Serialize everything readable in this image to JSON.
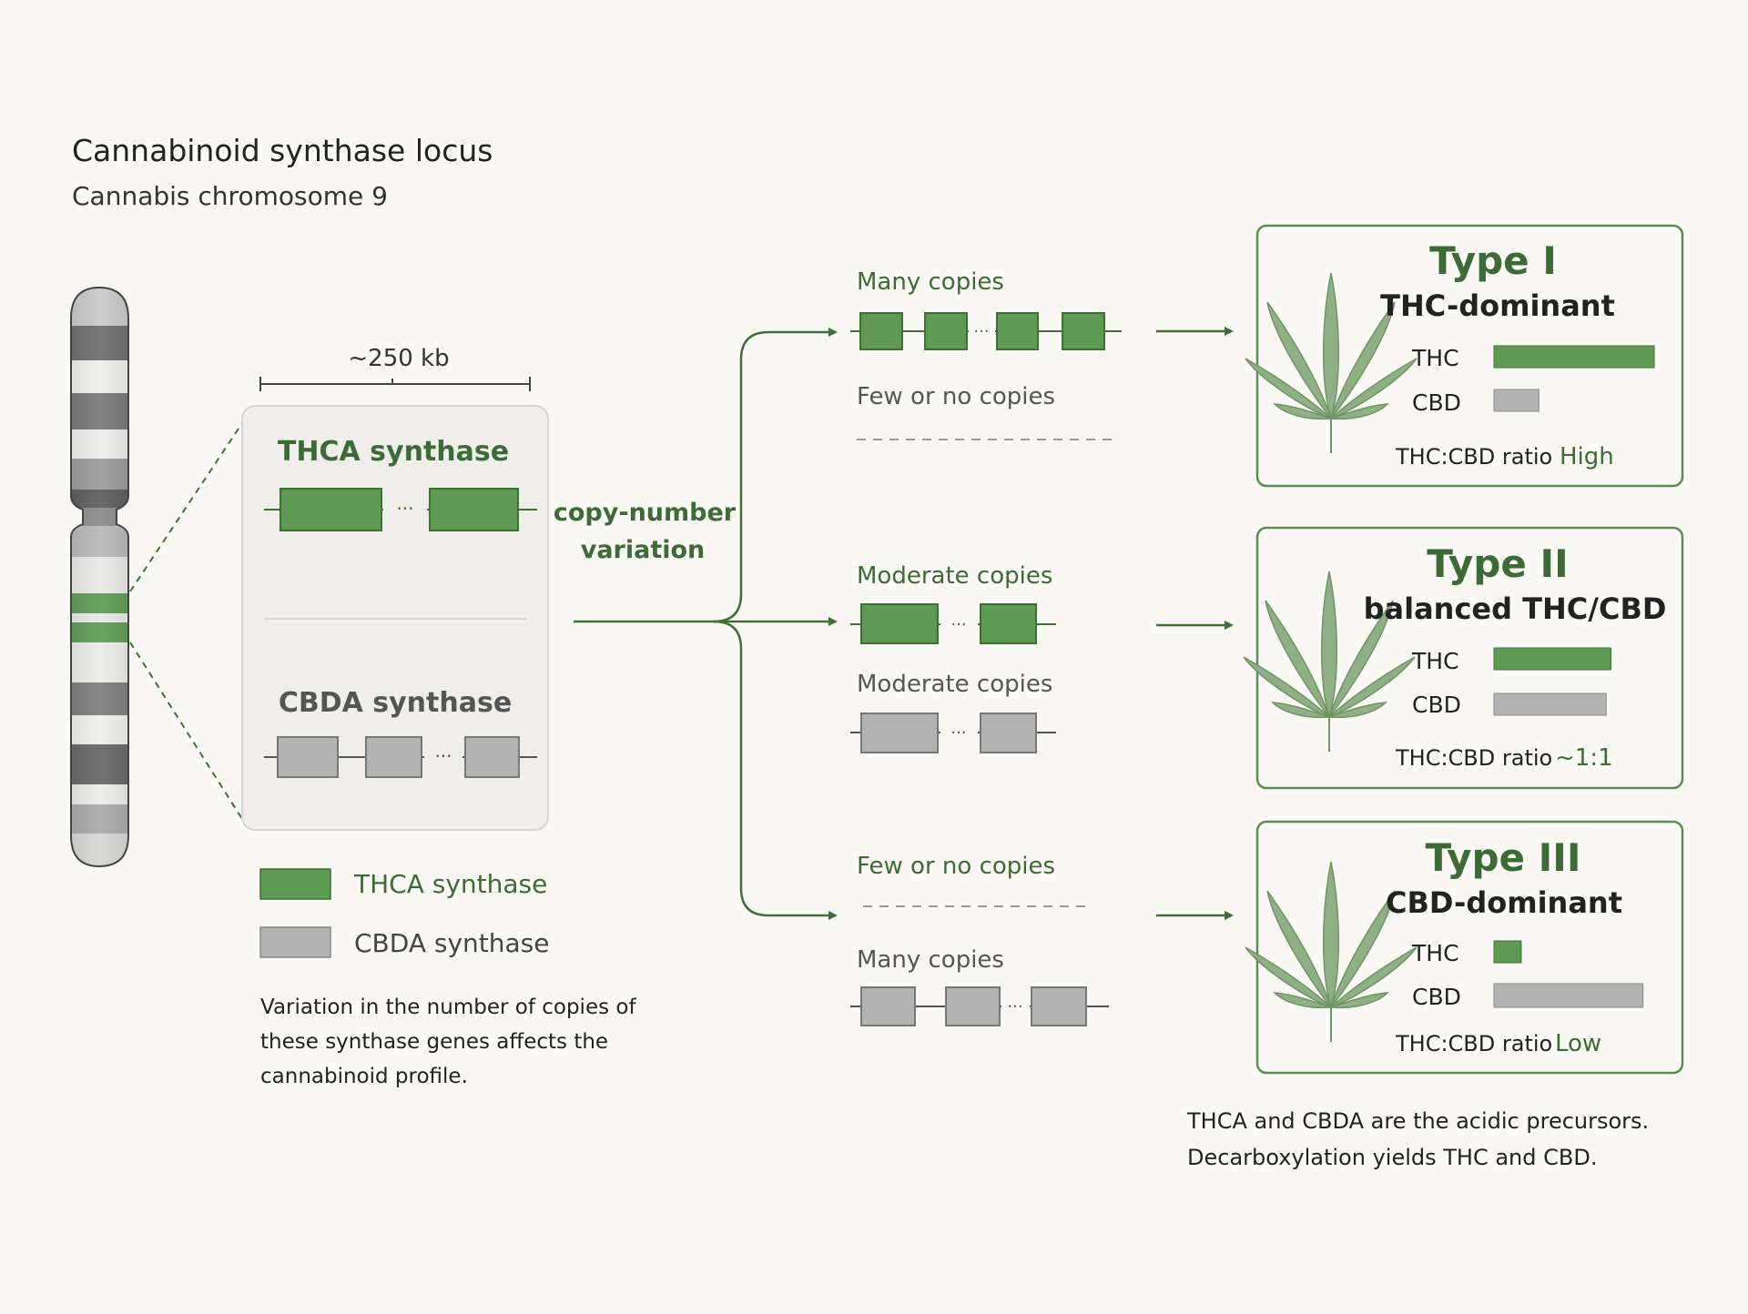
{
  "header": {
    "title": "Cannabinoid synthase locus",
    "subtitle": "Cannabis chromosome 9"
  },
  "locus": {
    "scale_label": "~250 kb",
    "thca_label": "THCA synthase",
    "cbda_label": "CBDA synthase"
  },
  "cnv_label": {
    "line1": "copy-number",
    "line2": "variation"
  },
  "branches": [
    {
      "top_label": "Many copies",
      "bottom_label": "Few or no copies"
    },
    {
      "top_label": "Moderate copies",
      "bottom_label": "Moderate copies"
    },
    {
      "top_label": "Few or no copies",
      "bottom_label": "Many copies"
    }
  ],
  "legend": {
    "thca": "THCA synthase",
    "cbda": "CBDA synthase",
    "note_line1": "Variation in the number of copies of",
    "note_line2": "these synthase genes affects the",
    "note_line3": "cannabinoid profile."
  },
  "chemotypes": [
    {
      "type": "Type I",
      "profile": "THC-dominant",
      "thc_label": "THC",
      "cbd_label": "CBD",
      "thc_level": 1.0,
      "cbd_level": 0.28,
      "ratio_label": "THC:CBD ratio",
      "ratio_value": "High"
    },
    {
      "type": "Type II",
      "profile": "balanced THC/CBD",
      "thc_label": "THC",
      "cbd_label": "CBD",
      "thc_level": 0.73,
      "cbd_level": 0.7,
      "ratio_label": "THC:CBD ratio",
      "ratio_value": "~1:1"
    },
    {
      "type": "Type III",
      "profile": "CBD-dominant",
      "thc_label": "THC",
      "cbd_label": "CBD",
      "thc_level": 0.17,
      "cbd_level": 0.93,
      "ratio_label": "THC:CBD ratio",
      "ratio_value": "Low"
    }
  ],
  "footnote": {
    "line1": "THCA and CBDA are the acidic precursors.",
    "line2": "Decarboxylation yields THC and CBD."
  },
  "colors": {
    "green": "#5f9a55",
    "dark_green": "#3e7035",
    "text_green": "#3d6b35",
    "gray_box": "#b3b3b3",
    "border_green": "#5d8c55"
  }
}
